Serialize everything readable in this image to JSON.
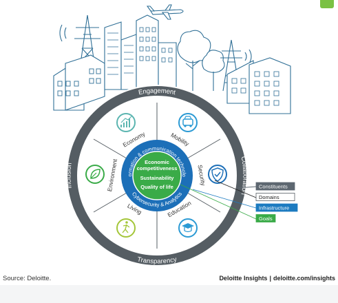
{
  "ring_labels": {
    "top": "Engagement",
    "right": "Collaboration",
    "bottom": "Transparency",
    "left": "Inclusion"
  },
  "domains": [
    "Economy",
    "Mobility",
    "Security",
    "Education",
    "Living",
    "Environment"
  ],
  "inner_ring": {
    "top": "Information & communication technology",
    "bottom": "Cybersecurity & Analytics"
  },
  "goals": [
    "Economic",
    "competitiveness",
    "Sustainability",
    "Quality of life"
  ],
  "legend": [
    {
      "label": "Constituents",
      "fill": "#5d6770",
      "text": "#ffffff"
    },
    {
      "label": "Domains",
      "fill": "#ffffff",
      "text": "#222222"
    },
    {
      "label": "Infrastructure",
      "fill": "#1c7bc0",
      "text": "#ffffff"
    },
    {
      "label": "Goals",
      "fill": "#3aab48",
      "text": "#ffffff"
    }
  ],
  "colors": {
    "ring": "#555d63",
    "blue": "#1c6fb8",
    "green": "#3aab48",
    "teal": "#5bb5b0",
    "lime": "#a4c639",
    "sky": "#2b9ad4",
    "skyline": "#2f6f96"
  },
  "icons": [
    "economy-chart-icon",
    "mobility-car-icon",
    "security-shield-icon",
    "education-cap-icon",
    "living-person-icon",
    "environment-leaf-icon"
  ],
  "footer": {
    "source": "Source: Deloitte.",
    "brand": "Deloitte Insights",
    "site": "deloitte.com/insights"
  }
}
